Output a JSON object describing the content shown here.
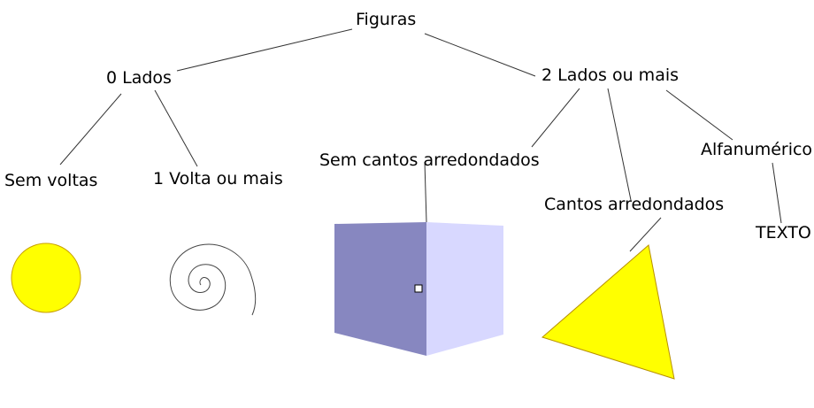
{
  "diagram": {
    "nodes": {
      "root": "Figuras",
      "zero_sides": "0 Lados",
      "two_or_more_sides": "2 Lados ou mais",
      "no_turns": "Sem voltas",
      "one_turn_or_more": "1 Volta ou mais",
      "no_rounded_corners": "Sem cantos arredondados",
      "rounded_corners": "Cantos arredondados",
      "alphanumeric": "Alfanumérico",
      "text_example": "TEXTO"
    },
    "colors": {
      "line": "#333333",
      "circle_fill": "#ffff00",
      "circle_stroke": "#c8a000",
      "triangle_fill": "#ffff00",
      "triangle_stroke": "#b89000",
      "cube_front": "#8787c0",
      "cube_side": "#d8d8ff",
      "spiral_stroke": "#444444"
    },
    "icons": [
      "yellow-circle",
      "spiral",
      "cube",
      "yellow-triangle"
    ]
  }
}
